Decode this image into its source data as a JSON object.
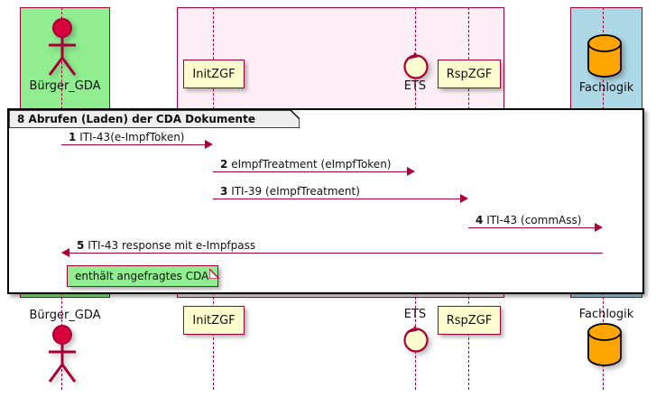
{
  "diagram": {
    "type": "uml-sequence-diagram",
    "colors": {
      "actor_band": "#90EE90",
      "system_band": "#FDEFF5",
      "backend_band": "#ADD8E6",
      "participant_box": "#FEFECE",
      "line": "#A80036",
      "note": "#90EE90",
      "database": "#FFA500",
      "frame_header": "#EEEEEE"
    }
  },
  "fragment": {
    "header_label": "8 Abrufen (Laden) der CDA Dokumente"
  },
  "participants": [
    {
      "id": "buerger",
      "name": "Bürger_GDA",
      "icon": "actor-icon",
      "band": "green"
    },
    {
      "id": "initzgf",
      "name": "InitZGF",
      "icon": "box-icon",
      "band": "pink"
    },
    {
      "id": "ets",
      "name": "ETS",
      "icon": "control-icon",
      "band": "pink"
    },
    {
      "id": "rspzgf",
      "name": "RspZGF",
      "icon": "box-icon",
      "band": "pink"
    },
    {
      "id": "fachlogik",
      "name": "Fachlogik",
      "icon": "database-icon",
      "band": "blue"
    }
  ],
  "messages": [
    {
      "num": "1",
      "text": "ITI-43(e-ImpfToken)",
      "from": "buerger",
      "to": "initzgf",
      "direction": "right"
    },
    {
      "num": "2",
      "text": "eImpfTreatment (eImpfToken)",
      "from": "initzgf",
      "to": "ets",
      "direction": "right"
    },
    {
      "num": "3",
      "text": "ITI-39 (eImpfTreatment)",
      "from": "initzgf",
      "to": "rspzgf",
      "direction": "right"
    },
    {
      "num": "4",
      "text": "ITI-43 (commAss)",
      "from": "rspzgf",
      "to": "fachlogik",
      "direction": "right"
    },
    {
      "num": "5",
      "text": "ITI-43 response mit e-Impfpass",
      "from": "fachlogik",
      "to": "buerger",
      "direction": "left"
    }
  ],
  "notes": [
    {
      "text": "enthält angefragtes CDA",
      "attached_to": "buerger"
    }
  ]
}
